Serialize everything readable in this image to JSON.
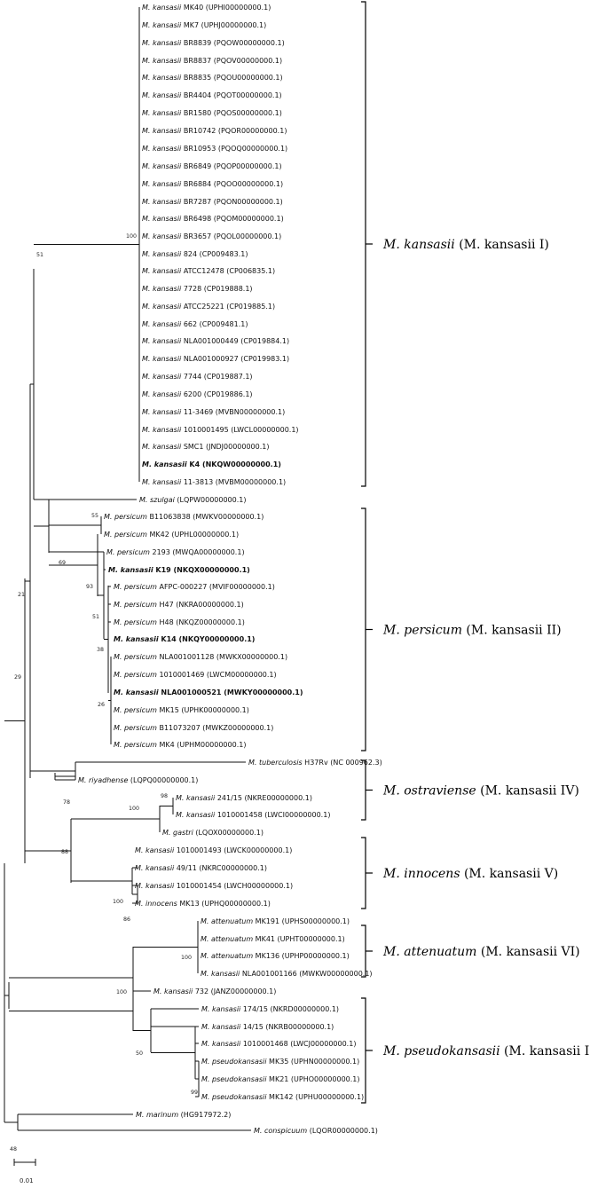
{
  "leaves": [
    {
      "species": "M. kansasii",
      "strain": "MK40 (UPHI00000000.1)",
      "bold": false
    },
    {
      "species": "M. kansasii",
      "strain": "MK7 (UPHJ00000000.1)",
      "bold": false
    },
    {
      "species": "M. kansasii",
      "strain": "BR8839 (PQOW00000000.1)",
      "bold": false
    },
    {
      "species": "M. kansasii",
      "strain": "BR8837 (PQOV00000000.1)",
      "bold": false
    },
    {
      "species": "M. kansasii",
      "strain": "BR8835 (PQOU00000000.1)",
      "bold": false
    },
    {
      "species": "M. kansasii",
      "strain": "BR4404 (PQOT00000000.1)",
      "bold": false
    },
    {
      "species": "M. kansasii",
      "strain": "BR1580 (PQOS00000000.1)",
      "bold": false
    },
    {
      "species": "M. kansasii",
      "strain": "BR10742 (PQOR00000000.1)",
      "bold": false
    },
    {
      "species": "M. kansasii",
      "strain": "BR10953 (PQOQ00000000.1)",
      "bold": false
    },
    {
      "species": "M. kansasii",
      "strain": "BR6849 (PQOP00000000.1)",
      "bold": false
    },
    {
      "species": "M. kansasii",
      "strain": "BR6884 (PQOO00000000.1)",
      "bold": false
    },
    {
      "species": "M. kansasii",
      "strain": "BR7287 (PQON00000000.1)",
      "bold": false
    },
    {
      "species": "M. kansasii",
      "strain": "BR6498 (PQOM00000000.1)",
      "bold": false
    },
    {
      "species": "M. kansasii",
      "strain": "BR3657 (PQOL00000000.1)",
      "bold": false
    },
    {
      "species": "M. kansasii",
      "strain": "824 (CP009483.1)",
      "bold": false
    },
    {
      "species": "M. kansasii",
      "strain": "ATCC12478 (CP006835.1)",
      "bold": false
    },
    {
      "species": "M. kansasii",
      "strain": "7728 (CP019888.1)",
      "bold": false
    },
    {
      "species": "M. kansasii",
      "strain": "ATCC25221 (CP019885.1)",
      "bold": false
    },
    {
      "species": "M. kansasii",
      "strain": "662 (CP009481.1)",
      "bold": false
    },
    {
      "species": "M. kansasii",
      "strain": "NLA001000449 (CP019884.1)",
      "bold": false
    },
    {
      "species": "M. kansasii",
      "strain": "NLA001000927 (CP019983.1)",
      "bold": false
    },
    {
      "species": "M. kansasii",
      "strain": "7744 (CP019887.1)",
      "bold": false
    },
    {
      "species": "M. kansasii",
      "strain": "6200 (CP019886.1)",
      "bold": false
    },
    {
      "species": "M. kansasii",
      "strain": "11-3469 (MVBN00000000.1)",
      "bold": false
    },
    {
      "species": "M. kansasii",
      "strain": "1010001495 (LWCL00000000.1)",
      "bold": false
    },
    {
      "species": "M. kansasii",
      "strain": "SMC1 (JNDJ00000000.1)",
      "bold": false
    },
    {
      "species": "M. kansasii",
      "strain": "K4 (NKQW00000000.1)",
      "bold": true
    },
    {
      "species": "M. kansasii",
      "strain": "11-3813 (MVBM00000000.1)",
      "bold": false
    },
    {
      "species": "M. szulgai",
      "strain": "(LQPW00000000.1)",
      "bold": false
    },
    {
      "species": "M. persicum",
      "strain": "B11063838 (MWKV00000000.1)",
      "bold": false
    },
    {
      "species": "M. persicum",
      "strain": "MK42 (UPHL00000000.1)",
      "bold": false
    },
    {
      "species": "M. persicum",
      "strain": "2193 (MWQA00000000.1)",
      "bold": false
    },
    {
      "species": "M. kansasii",
      "strain": "K19 (NKQX00000000.1)",
      "bold": true
    },
    {
      "species": "M. persicum",
      "strain": "AFPC-000227 (MVIF00000000.1)",
      "bold": false
    },
    {
      "species": "M. persicum",
      "strain": "H47 (NKRA00000000.1)",
      "bold": false
    },
    {
      "species": "M. persicum",
      "strain": "H48 (NKQZ00000000.1)",
      "bold": false
    },
    {
      "species": "M. kansasii",
      "strain": "K14 (NKQY00000000.1)",
      "bold": true
    },
    {
      "species": "M. persicum",
      "strain": "NLA001001128 (MWKX00000000.1)",
      "bold": false
    },
    {
      "species": "M. persicum",
      "strain": "1010001469 (LWCM00000000.1)",
      "bold": false
    },
    {
      "species": "M. kansasii",
      "strain": "NLA001000521 (MWKY00000000.1)",
      "bold": true
    },
    {
      "species": "M. persicum",
      "strain": "MK15 (UPHK00000000.1)",
      "bold": false
    },
    {
      "species": "M. persicum",
      "strain": "B11073207 (MWKZ00000000.1)",
      "bold": false
    },
    {
      "species": "M. persicum",
      "strain": "MK4 (UPHM00000000.1)",
      "bold": false
    },
    {
      "species": "M. tuberculosis",
      "strain": "H37Rv (NC 000962.3)",
      "bold": false
    },
    {
      "species": "M. riyadhense",
      "strain": "(LQPQ00000000.1)",
      "bold": false
    },
    {
      "species": "M. kansasii",
      "strain": "241/15 (NKRE00000000.1)",
      "bold": false
    },
    {
      "species": "M. kansasii",
      "strain": "1010001458 (LWCI00000000.1)",
      "bold": false
    },
    {
      "species": "M. gastri",
      "strain": "(LQOX00000000.1)",
      "bold": false
    },
    {
      "species": "M. kansasii",
      "strain": "1010001493 (LWCK00000000.1)",
      "bold": false
    },
    {
      "species": "M. kansasii",
      "strain": "49/11 (NKRC00000000.1)",
      "bold": false
    },
    {
      "species": "M. kansasii",
      "strain": "1010001454 (LWCH00000000.1)",
      "bold": false
    },
    {
      "species": "M. innocens",
      "strain": "MK13 (UPHQ00000000.1)",
      "bold": false
    },
    {
      "species": "M. attenuatum",
      "strain": "MK191 (UPHS00000000.1)",
      "bold": false
    },
    {
      "species": "M. attenuatum",
      "strain": "MK41 (UPHT00000000.1)",
      "bold": false
    },
    {
      "species": "M. attenuatum",
      "strain": "MK136 (UPHP00000000.1)",
      "bold": false
    },
    {
      "species": "M. kansasii",
      "strain": "NLA001001166 (MWKW00000000.1)",
      "bold": false
    },
    {
      "species": "M. kansasii",
      "strain": "732 (JANZ00000000.1)",
      "bold": false
    },
    {
      "species": "M. kansasii",
      "strain": "174/15 (NKRD00000000.1)",
      "bold": false
    },
    {
      "species": "M. kansasii",
      "strain": "14/15 (NKRB00000000.1)",
      "bold": false
    },
    {
      "species": "M. kansasii",
      "strain": "1010001468 (LWCJ00000000.1)",
      "bold": false
    },
    {
      "species": "M. pseudokansasii",
      "strain": "MK35 (UPHN00000000.1)",
      "bold": false
    },
    {
      "species": "M. pseudokansasii",
      "strain": "MK21 (UPHO00000000.1)",
      "bold": false
    },
    {
      "species": "M. pseudokansasii",
      "strain": "MK142 (UPHU00000000.1)",
      "bold": false
    },
    {
      "species": "M. marinum",
      "strain": "(HG917972.2)",
      "bold": false
    },
    {
      "species": "M. conspicuum",
      "strain": "(LQOR00000000.1)",
      "bold": false
    }
  ],
  "bootstrap": [
    "100",
    "51",
    "55",
    "69",
    "93",
    "51",
    "38",
    "26",
    "21",
    "78",
    "29",
    "98",
    "100",
    "88",
    "100",
    "86",
    "100",
    "100",
    "50",
    "99",
    "48"
  ],
  "clades": [
    {
      "species": "M. kansasii",
      "group": "(M. kansasii I)"
    },
    {
      "species": "M. persicum",
      "group": "(M. kansasii II)"
    },
    {
      "species": "M. ostraviense",
      "group": "(M. kansasii IV)"
    },
    {
      "species": "M. innocens",
      "group": "(M. kansasii V)"
    },
    {
      "species": "M. attenuatum",
      "group": "(M. kansasii VI)"
    },
    {
      "species": "M. pseudokansasii",
      "group": "(M. kansasii III)"
    }
  ],
  "scale_bar": {
    "label": "0.01"
  }
}
